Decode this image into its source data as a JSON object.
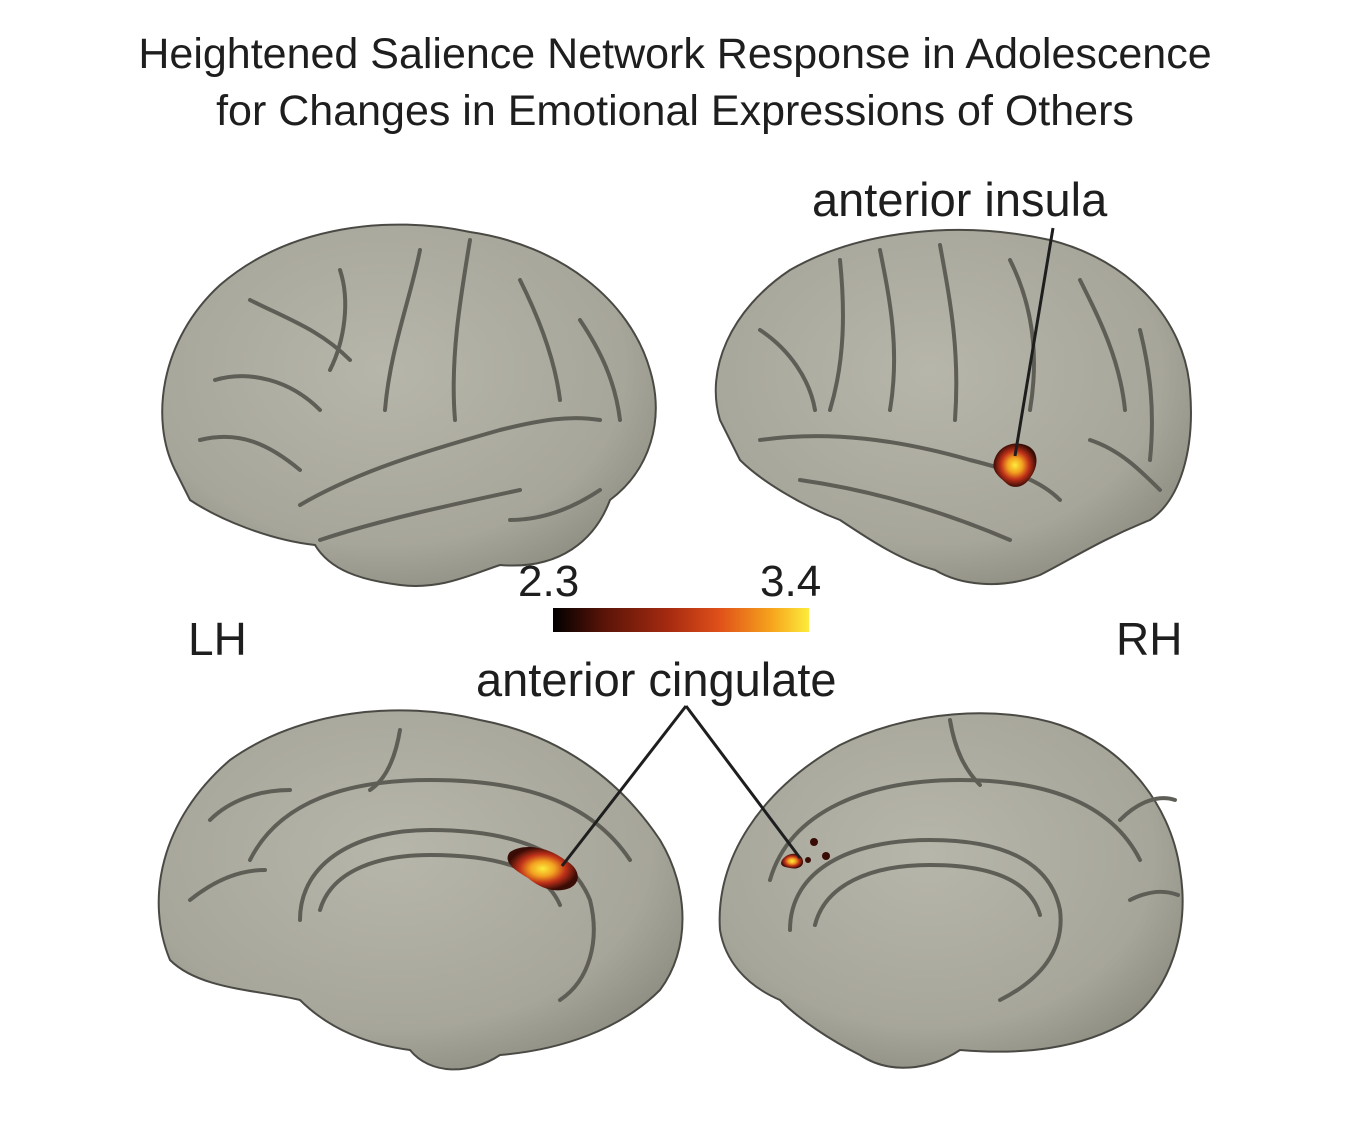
{
  "title": {
    "line1": "Heightened Salience Network Response in Adolescence",
    "line2": "for Changes in Emotional Expressions of Others"
  },
  "labels": {
    "anterior_insula": "anterior insula",
    "anterior_cingulate": "anterior cingulate",
    "left_hemisphere": "LH",
    "right_hemisphere": "RH"
  },
  "colorbar": {
    "min_label": "2.3",
    "max_label": "3.4",
    "min_value": 2.3,
    "max_value": 3.4,
    "colormap": [
      "#000000",
      "#5a1408",
      "#a52a10",
      "#e0501a",
      "#f6a21c",
      "#fcec3c"
    ]
  },
  "colors": {
    "cortex": "#a9a89c",
    "sulcus": "#5f5e56",
    "text": "#1e1e1e"
  }
}
